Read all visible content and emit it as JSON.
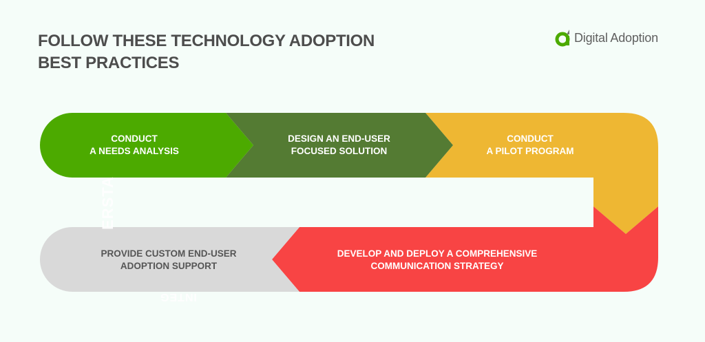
{
  "header": {
    "title_line1": "FOLLOW THESE TECHNOLOGY ADOPTION",
    "title_line2": "BEST PRACTICES"
  },
  "logo": {
    "icon": "digital-adoption-a-icon",
    "text": "Digital Adoption",
    "accent_color": "#4caa00"
  },
  "steps": [
    {
      "line1": "CONDUCT",
      "line2": "A NEEDS ANALYSIS",
      "color": "#4caa00"
    },
    {
      "line1": "DESIGN AN END-USER",
      "line2": "FOCUSED SOLUTION",
      "color": "#547b33"
    },
    {
      "line1": "CONDUCT",
      "line2": "A PILOT PROGRAM",
      "color": "#eeb733"
    },
    {
      "line1": "DEVELOP AND DEPLOY A COMPREHENSIVE",
      "line2": "COMMUNICATION STRATEGY",
      "color": "#f84444"
    },
    {
      "line1": "PROVIDE CUSTOM END-USER",
      "line2": "ADOPTION SUPPORT",
      "color": "#d9d9d9"
    }
  ],
  "ghost_text": {
    "vertical": "ERSTA",
    "upside_down": "INTEG"
  }
}
